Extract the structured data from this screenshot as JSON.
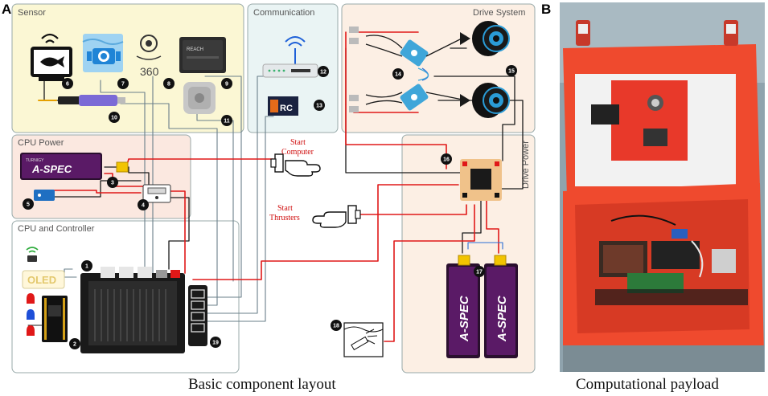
{
  "panels": {
    "a_letter": "A",
    "b_letter": "B"
  },
  "groups": {
    "sensor": "Sensor",
    "communication": "Communication",
    "drive_system": "Drive System",
    "cpu_power": "CPU Power",
    "drive_power": "Drive Power",
    "cpu_controller": "CPU and Controller"
  },
  "labels": {
    "start_computer_1": "Start",
    "start_computer_2": "Computer",
    "start_thrusters_1": "Start",
    "start_thrusters_2": "Thrusters",
    "camera_360": "360",
    "reach_label": "REACH",
    "rc_label": "RC",
    "oled_label": "OLED",
    "battery_label": "A-SPEC",
    "battery_brand": "TURNIGY"
  },
  "numbers": [
    "1",
    "2",
    "3",
    "4",
    "5",
    "6",
    "7",
    "8",
    "9",
    "10",
    "11",
    "12",
    "13",
    "14",
    "15",
    "16",
    "17",
    "18",
    "19"
  ],
  "captions": {
    "left": "Basic component layout",
    "right": "Computational payload"
  },
  "colors": {
    "sensor_bg": "#fbf7d4",
    "comm_bg": "#eaf4f4",
    "drive_bg": "#fcefe4",
    "cpu_power_bg": "#fbe8e0",
    "cpu_ctrl_bg": "#ffffff",
    "wire_red": "#e01818",
    "wire_black": "#1a1a1a",
    "case_orange": "#ef4a2e"
  }
}
